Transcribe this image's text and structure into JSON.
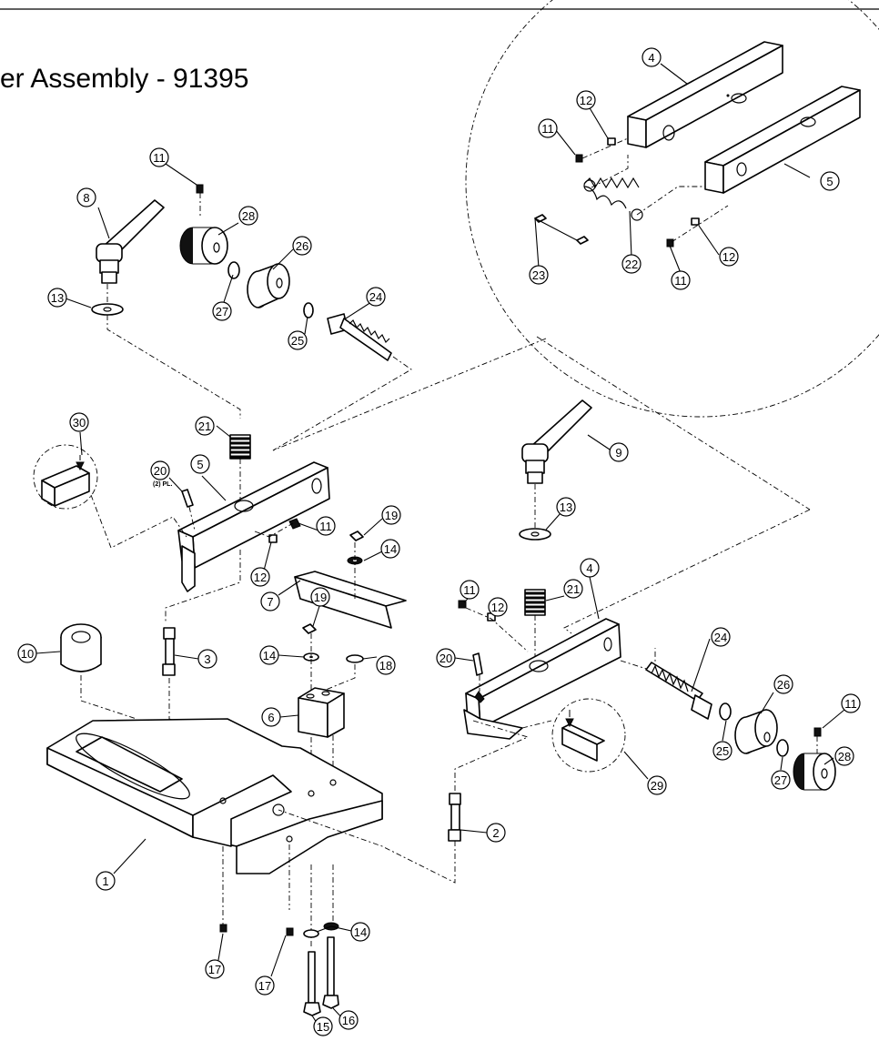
{
  "title": "er Assembly - 91395",
  "note_2pl": "(2) PL.",
  "balloons": [
    {
      "id": "b4d",
      "label": "4"
    },
    {
      "id": "b5d",
      "label": "5"
    },
    {
      "id": "b11da",
      "label": "11"
    },
    {
      "id": "b12da",
      "label": "12"
    },
    {
      "id": "b23",
      "label": "23"
    },
    {
      "id": "b22",
      "label": "22"
    },
    {
      "id": "b11db",
      "label": "11"
    },
    {
      "id": "b12db",
      "label": "12"
    },
    {
      "id": "b8",
      "label": "8"
    },
    {
      "id": "b11a",
      "label": "11"
    },
    {
      "id": "b28a",
      "label": "28"
    },
    {
      "id": "b26a",
      "label": "26"
    },
    {
      "id": "b27a",
      "label": "27"
    },
    {
      "id": "b13a",
      "label": "13"
    },
    {
      "id": "b25a",
      "label": "25"
    },
    {
      "id": "b24a",
      "label": "24"
    },
    {
      "id": "b30",
      "label": "30"
    },
    {
      "id": "b21a",
      "label": "21"
    },
    {
      "id": "b20a",
      "label": "20"
    },
    {
      "id": "b5",
      "label": "5"
    },
    {
      "id": "b11b",
      "label": "11"
    },
    {
      "id": "b12a",
      "label": "12"
    },
    {
      "id": "b19a",
      "label": "19"
    },
    {
      "id": "b14a",
      "label": "14"
    },
    {
      "id": "b7",
      "label": "7"
    },
    {
      "id": "b19b",
      "label": "19"
    },
    {
      "id": "b14b",
      "label": "14"
    },
    {
      "id": "b18",
      "label": "18"
    },
    {
      "id": "b10",
      "label": "10"
    },
    {
      "id": "b3",
      "label": "3"
    },
    {
      "id": "b6",
      "label": "6"
    },
    {
      "id": "b9",
      "label": "9"
    },
    {
      "id": "b13b",
      "label": "13"
    },
    {
      "id": "b21b",
      "label": "21"
    },
    {
      "id": "b4",
      "label": "4"
    },
    {
      "id": "b11c",
      "label": "11"
    },
    {
      "id": "b12b",
      "label": "12"
    },
    {
      "id": "b20b",
      "label": "20"
    },
    {
      "id": "b24b",
      "label": "24"
    },
    {
      "id": "b26b",
      "label": "26"
    },
    {
      "id": "b11e",
      "label": "11"
    },
    {
      "id": "b25b",
      "label": "25"
    },
    {
      "id": "b27b",
      "label": "27"
    },
    {
      "id": "b28b",
      "label": "28"
    },
    {
      "id": "b29",
      "label": "29"
    },
    {
      "id": "b1",
      "label": "1"
    },
    {
      "id": "b2",
      "label": "2"
    },
    {
      "id": "b14c",
      "label": "14"
    },
    {
      "id": "b17a",
      "label": "17"
    },
    {
      "id": "b17b",
      "label": "17"
    },
    {
      "id": "b15",
      "label": "15"
    },
    {
      "id": "b16",
      "label": "16"
    }
  ]
}
